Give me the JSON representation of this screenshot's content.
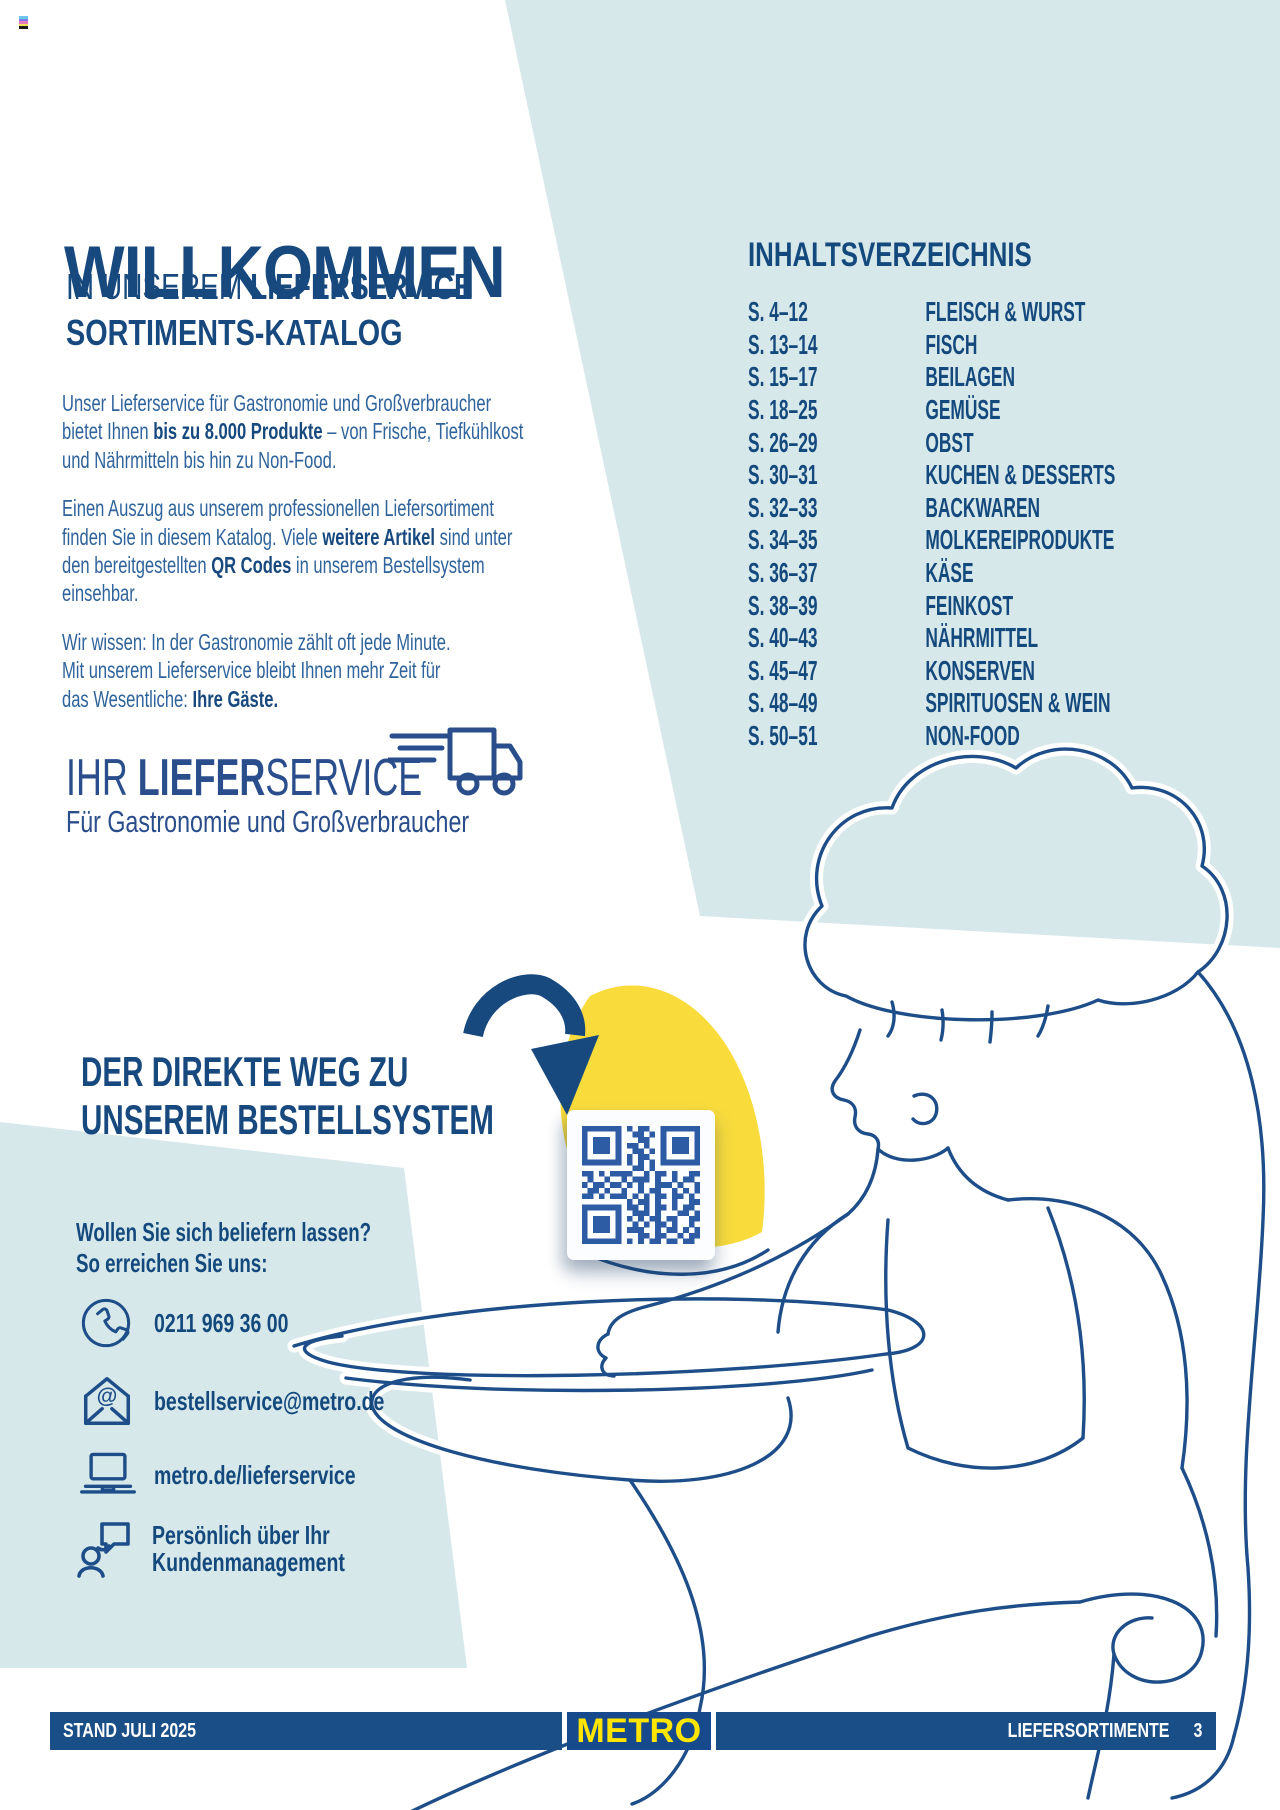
{
  "colors": {
    "accent_blue": "#17497E",
    "body_blue": "#2F639B",
    "panel_blue": "#D7E8EA",
    "footer_blue": "#1A4E87",
    "metro_yellow": "#FFE500",
    "cloche_yellow": "#F9DC3C",
    "qr_blue": "#2D5CA5"
  },
  "welcome": {
    "title": "WILLKOMMEN",
    "subtitle_prefix": "IN UNSEREM ",
    "subtitle_bold": "LIEFERSERVICE",
    "subtitle_line2": "SORTIMENTS-KATALOG"
  },
  "intro": {
    "p1": {
      "a": "Unser Lieferservice für Gastronomie und Großverbraucher\nbietet Ihnen ",
      "b": "bis zu 8.000 Produkte",
      "c": " – von Frische, Tiefkühlkost\nund Nährmitteln bis hin zu Non-Food."
    },
    "p2": {
      "a": "Einen Auszug aus unserem professionellen Liefersortiment\nfinden Sie in diesem Katalog. Viele ",
      "b": "weitere Artikel",
      "c": " sind unter\nden bereitgestellten ",
      "d": "QR Codes",
      "e": " in unserem Bestellsystem\neinsehbar."
    },
    "p3": {
      "a": "Wir wissen: In der Gastronomie zählt oft jede Minute.\nMit unserem Lieferservice bleibt Ihnen mehr Zeit für\ndas Wesentliche: ",
      "b": "Ihre Gäste."
    }
  },
  "logo": {
    "prefix": "IHR ",
    "bold": "LIEFER",
    "rest": "SERVICE",
    "tagline": "Für Gastronomie und Großverbraucher"
  },
  "toc": {
    "title": "INHALTSVERZEICHNIS",
    "items": [
      {
        "pages": "S. 4–12",
        "label": "FLEISCH & WURST"
      },
      {
        "pages": "S. 13–14",
        "label": "FISCH"
      },
      {
        "pages": "S. 15–17",
        "label": "BEILAGEN"
      },
      {
        "pages": "S. 18–25",
        "label": "GEMÜSE"
      },
      {
        "pages": "S. 26–29",
        "label": "OBST"
      },
      {
        "pages": "S. 30–31",
        "label": "KUCHEN & DESSERTS"
      },
      {
        "pages": "S. 32–33",
        "label": "BACKWAREN"
      },
      {
        "pages": "S. 34–35",
        "label": "MOLKEREIPRODUKTE"
      },
      {
        "pages": "S. 36–37",
        "label": "KÄSE"
      },
      {
        "pages": "S. 38–39",
        "label": "FEINKOST"
      },
      {
        "pages": "S. 40–43",
        "label": "NÄHRMITTEL"
      },
      {
        "pages": "S. 45–47",
        "label": "KONSERVEN"
      },
      {
        "pages": "S. 48–49",
        "label": "SPIRITUOSEN & WEIN"
      },
      {
        "pages": "S. 50–51",
        "label": "NON-FOOD"
      }
    ]
  },
  "cta": {
    "heading": "DER DIREKTE WEG ZU\nUNSEREM BESTELLSYSTEM"
  },
  "contact": {
    "heading": "Wollen Sie sich beliefern lassen?\nSo erreichen Sie uns:",
    "phone": "0211 969 36 00",
    "email": "bestellservice@metro.de",
    "web": "metro.de/lieferservice",
    "personal": "Persönlich über Ihr\nKundenmanagement"
  },
  "qr": {
    "pattern": [
      "111111101011001111111",
      "100000100110101000001",
      "101110100011001011101",
      "101110101101001011101",
      "101110100110101011101",
      "100000101011001000001",
      "111111101010101111111",
      "000000000110100000000",
      "110101111001011010011",
      "010010010111010010110",
      "101101101010011101001",
      "011010010010110010101",
      "110101110101011011010",
      "000000001011010010011",
      "111111101101011010110",
      "100000100111010001101",
      "101110101010110110011",
      "101110100101011010010",
      "101110101110010110101",
      "100000100011011001011",
      "111111101010110110110"
    ]
  },
  "footer": {
    "stand": "STAND JULI 2025",
    "brand": "METRO",
    "section": "LIEFERSORTIMENTE",
    "page": "3"
  }
}
